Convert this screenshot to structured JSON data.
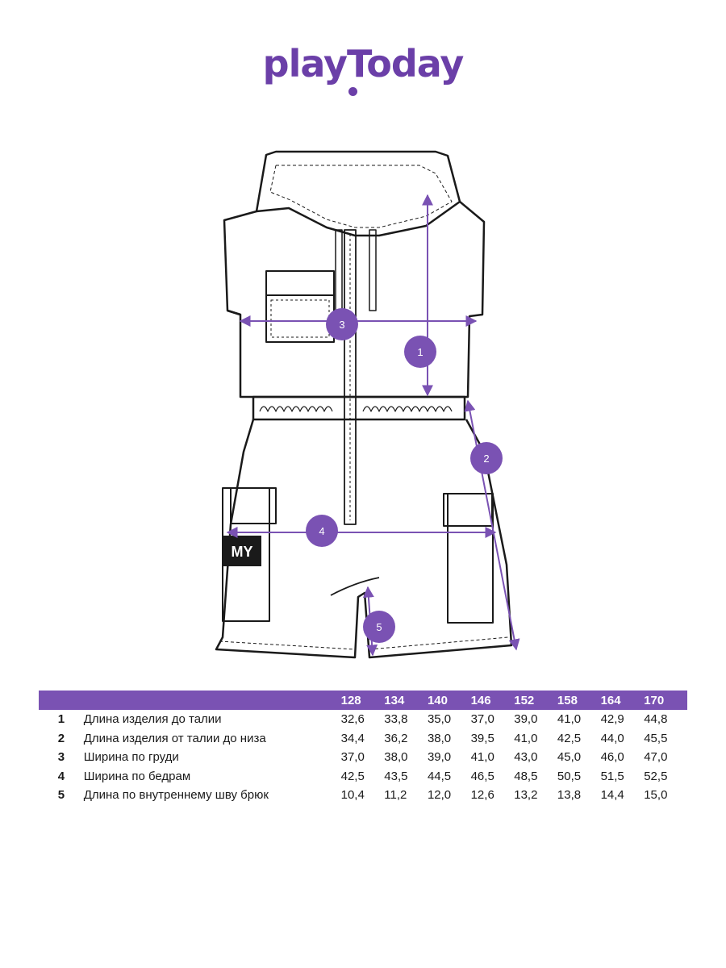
{
  "brand": {
    "logo_text": "playToday"
  },
  "diagram": {
    "callouts": [
      "1",
      "2",
      "3",
      "4",
      "5"
    ],
    "pocket_patch_text": "MY"
  },
  "size_table": {
    "sizes": [
      "128",
      "134",
      "140",
      "146",
      "152",
      "158",
      "164",
      "170"
    ],
    "rows": [
      {
        "num": "1",
        "label": "Длина изделия до талии",
        "values": [
          "32,6",
          "33,8",
          "35,0",
          "37,0",
          "39,0",
          "41,0",
          "42,9",
          "44,8"
        ]
      },
      {
        "num": "2",
        "label": "Длина изделия от талии до низа",
        "values": [
          "34,4",
          "36,2",
          "38,0",
          "39,5",
          "41,0",
          "42,5",
          "44,0",
          "45,5"
        ]
      },
      {
        "num": "3",
        "label": "Ширина по груди",
        "values": [
          "37,0",
          "38,0",
          "39,0",
          "41,0",
          "43,0",
          "45,0",
          "46,0",
          "47,0"
        ]
      },
      {
        "num": "4",
        "label": "Ширина по бедрам",
        "values": [
          "42,5",
          "43,5",
          "44,5",
          "46,5",
          "48,5",
          "50,5",
          "51,5",
          "52,5"
        ]
      },
      {
        "num": "5",
        "label": "Длина по внутреннему шву брюк",
        "values": [
          "10,4",
          "11,2",
          "12,0",
          "12,6",
          "13,2",
          "13,8",
          "14,4",
          "15,0"
        ]
      }
    ]
  },
  "colors": {
    "accent": "#7a52b3",
    "logo": "#6b3fa8",
    "line": "#1a1a1a"
  }
}
